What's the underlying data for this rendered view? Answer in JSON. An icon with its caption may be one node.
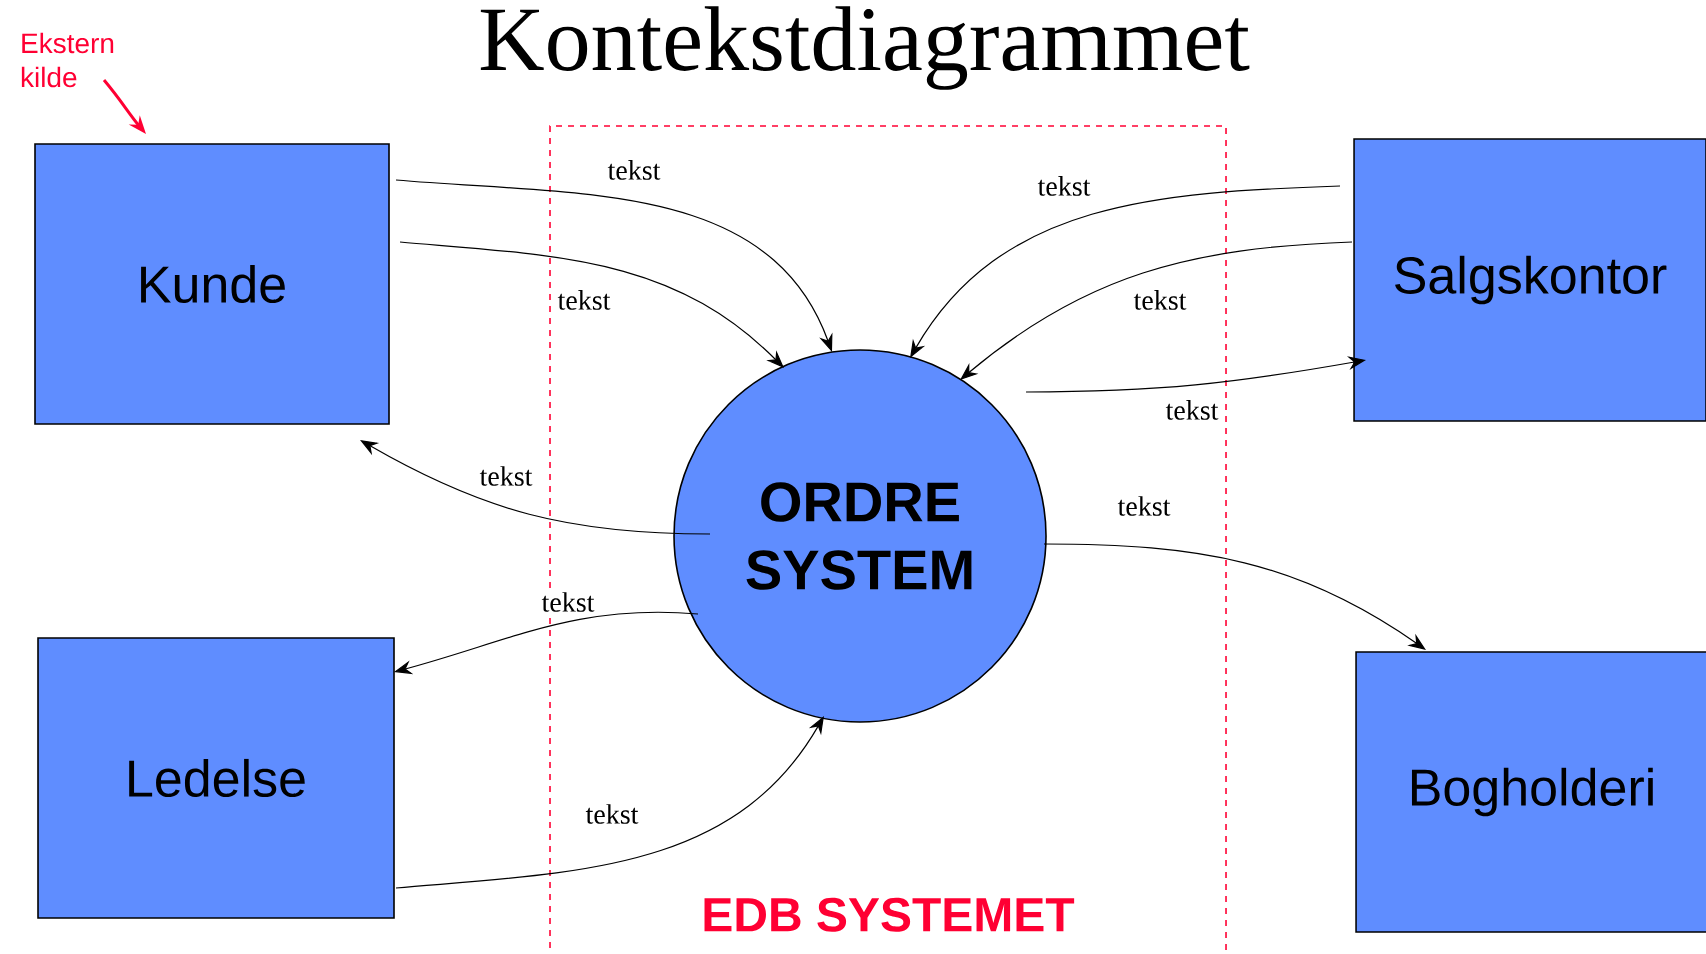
{
  "diagram": {
    "title": "Kontekstdiagrammet",
    "nodes": [
      {
        "text": [
          "Kunde"
        ]
      },
      {
        "text": [
          "Salgskontor"
        ]
      },
      {
        "text": [
          "ORDRE SYSTEM"
        ],
        "in": 5
      },
      {
        "text": [
          "Ledelse"
        ]
      },
      {
        "text": [
          "Bogholderi"
        ]
      },
      {
        "text": [
          "EDB SYSTEMET"
        ]
      },
      {
        "text": [
          "Ekstern kilde"
        ]
      }
    ],
    "edges": [
      {
        "from": 0,
        "to": 2,
        "arrow": "to",
        "label": "tekst"
      },
      {
        "from": 0,
        "to": 2,
        "arrow": "to",
        "label": "tekst"
      },
      {
        "from": 1,
        "to": 2,
        "arrow": "to",
        "label": "tekst"
      },
      {
        "from": 1,
        "to": 2,
        "arrow": "to",
        "label": "tekst"
      },
      {
        "from": 2,
        "to": 1,
        "arrow": "to",
        "label": "tekst"
      },
      {
        "from": 2,
        "to": 0,
        "arrow": "to",
        "label": "tekst"
      },
      {
        "from": 2,
        "to": 3,
        "arrow": "to",
        "label": "tekst"
      },
      {
        "from": 3,
        "to": 2,
        "arrow": "to",
        "label": "tekst"
      },
      {
        "from": 2,
        "to": 4,
        "arrow": "to",
        "label": "tekst"
      },
      {
        "from": 6,
        "to": 0,
        "arrow": "to",
        "color": "#ff0033"
      }
    ]
  }
}
